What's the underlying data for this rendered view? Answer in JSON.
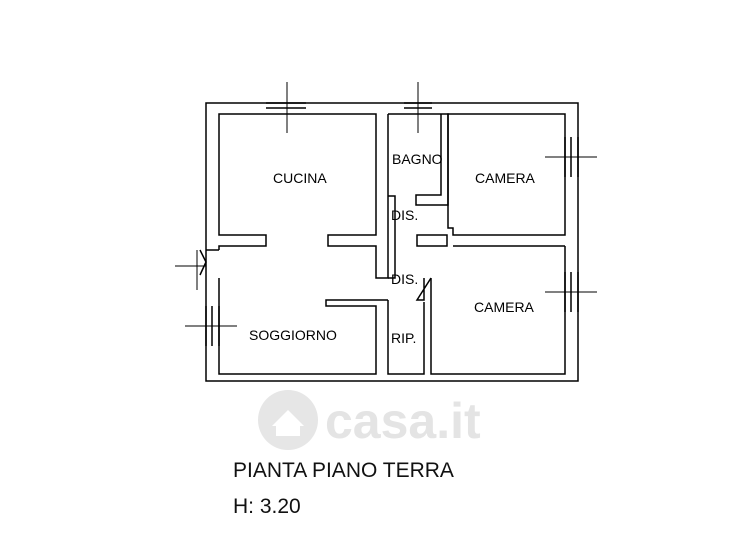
{
  "plan": {
    "rooms": {
      "cucina": "CUCINA",
      "bagno": "BAGNO",
      "camera_top": "CAMERA",
      "dis_upper": "DIS.",
      "dis_lower": "DIS.",
      "camera_bottom": "CAMERA",
      "soggiorno": "SOGGIORNO",
      "rip": "RIP."
    },
    "watermark": "casa.it"
  },
  "caption": {
    "title": "PIANTA PIANO TERRA",
    "height": "H: 3.20"
  },
  "colors": {
    "line": "#000000",
    "background": "#ffffff",
    "watermark": "#e4e4e4"
  }
}
